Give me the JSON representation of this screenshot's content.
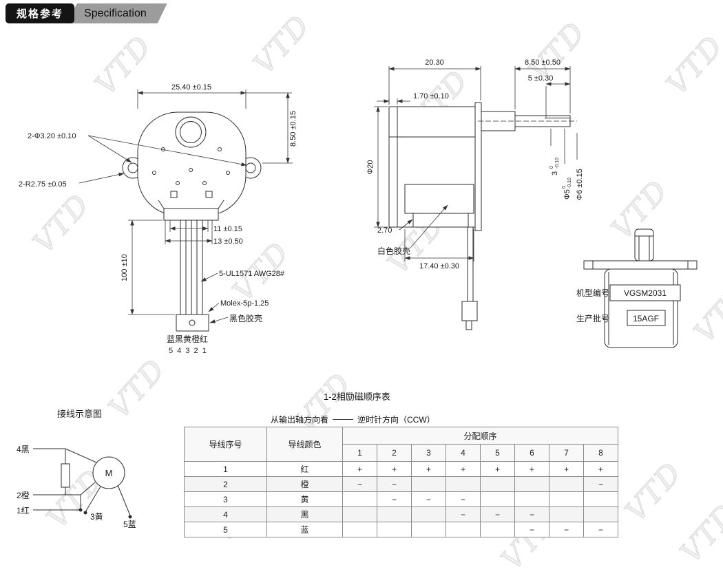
{
  "header": {
    "badge_cn": "规格参考",
    "badge_en": "Specification"
  },
  "watermark": "VTD",
  "front_view": {
    "dim_width": "25.40 ±0.15",
    "dim_height": "8.50 ±0.15",
    "dim_holes": "2-Φ3.20 ±0.10",
    "dim_radius": "2-R2.75 ±0.05",
    "dim_11": "11 ±0.15",
    "dim_13": "13 ±0.50",
    "dim_wire_len": "100 ±10",
    "wire_spec": "5-UL1571 AWG28#",
    "connector": "Molex-5p-1.25",
    "shell_label": "黑色胶壳",
    "wire_colors": "蓝黑黄橙红",
    "pin_numbers": "5 4 3 2 1"
  },
  "side_view": {
    "dim_body_len": "20.30",
    "dim_shaft_len": "8.50 ±0.50",
    "dim_flat_len": "5 ±0.30",
    "dim_plate": "1.70 ±0.10",
    "dim_diameter": "Φ20",
    "dim_tab": "2.70",
    "shell_label": "白色胶壳",
    "dim_shell_len": "17.40 ±0.30",
    "dim_flat": {
      "value": "3",
      "tol_top": "0",
      "tol_bottom": "-0.10"
    },
    "dim_shaft_d": {
      "value": "Φ5",
      "tol_top": "0",
      "tol_bottom": "-0.10"
    },
    "dim_bushing": "Φ6 ±0.15"
  },
  "rear_view": {
    "model_label": "机型编号",
    "model_value": "VGSM2031",
    "batch_label": "生产批号",
    "batch_value": "15AGF"
  },
  "wiring": {
    "title": "接线示意图",
    "motor": "M",
    "terminals": [
      "4黑",
      "2橙",
      "1红",
      "3黄",
      "5蓝"
    ]
  },
  "table": {
    "title": "1-2相励磁顺序表",
    "note_left": "从输出轴方向看",
    "note_right": "逆时针方向（CCW）",
    "col_wire_no": "导线序号",
    "col_wire_color": "导线颜色",
    "col_sequence": "分配顺序",
    "step_headers": [
      "1",
      "2",
      "3",
      "4",
      "5",
      "6",
      "7",
      "8"
    ],
    "rows": [
      {
        "no": "1",
        "color": "红",
        "steps": [
          "+",
          "+",
          "+",
          "+",
          "+",
          "+",
          "+",
          "+"
        ]
      },
      {
        "no": "2",
        "color": "橙",
        "steps": [
          "−",
          "−",
          "",
          "",
          "",
          "",
          "",
          "−"
        ]
      },
      {
        "no": "3",
        "color": "黄",
        "steps": [
          "",
          "−",
          "−",
          "−",
          "",
          "",
          "",
          ""
        ]
      },
      {
        "no": "4",
        "color": "黑",
        "steps": [
          "",
          "",
          "",
          "−",
          "−",
          "−",
          "",
          ""
        ]
      },
      {
        "no": "5",
        "color": "蓝",
        "steps": [
          "",
          "",
          "",
          "",
          "",
          "−",
          "−",
          "−"
        ]
      }
    ]
  }
}
